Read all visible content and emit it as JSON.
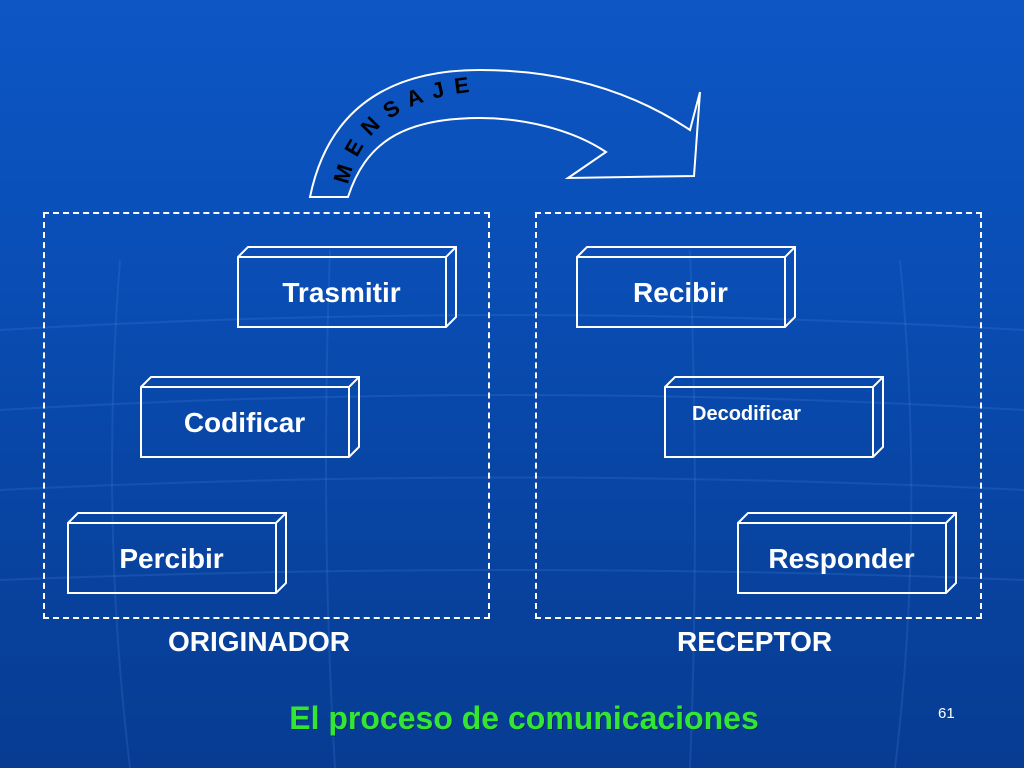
{
  "diagram": {
    "arrow_label": "MENSAJE",
    "originator": {
      "label": "ORIGINADOR",
      "steps": [
        "Trasmitir",
        "Codificar",
        "Percibir"
      ]
    },
    "receptor": {
      "label": "RECEPTOR",
      "steps": [
        "Recibir",
        "Decodificar",
        "Responder"
      ]
    }
  },
  "footer": {
    "title": "El proceso de comunicaciones",
    "page_number": "61"
  },
  "colors": {
    "background": "#0a4fb8",
    "line": "#ffffff",
    "title": "#33e633"
  }
}
